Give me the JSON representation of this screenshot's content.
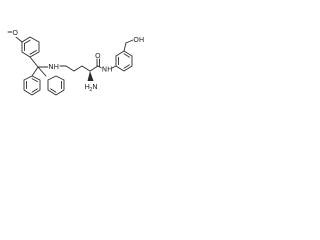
{
  "structure": {
    "atoms": {
      "methoxy_o": "O",
      "methoxy_bond_text": "",
      "amine_nh": "NH",
      "amine_h2": "H",
      "amine_h2_sub": "2",
      "alpha_n": "N",
      "carbonyl_o": "O",
      "amide_nh": "NH",
      "hydroxyl": "OH"
    }
  }
}
